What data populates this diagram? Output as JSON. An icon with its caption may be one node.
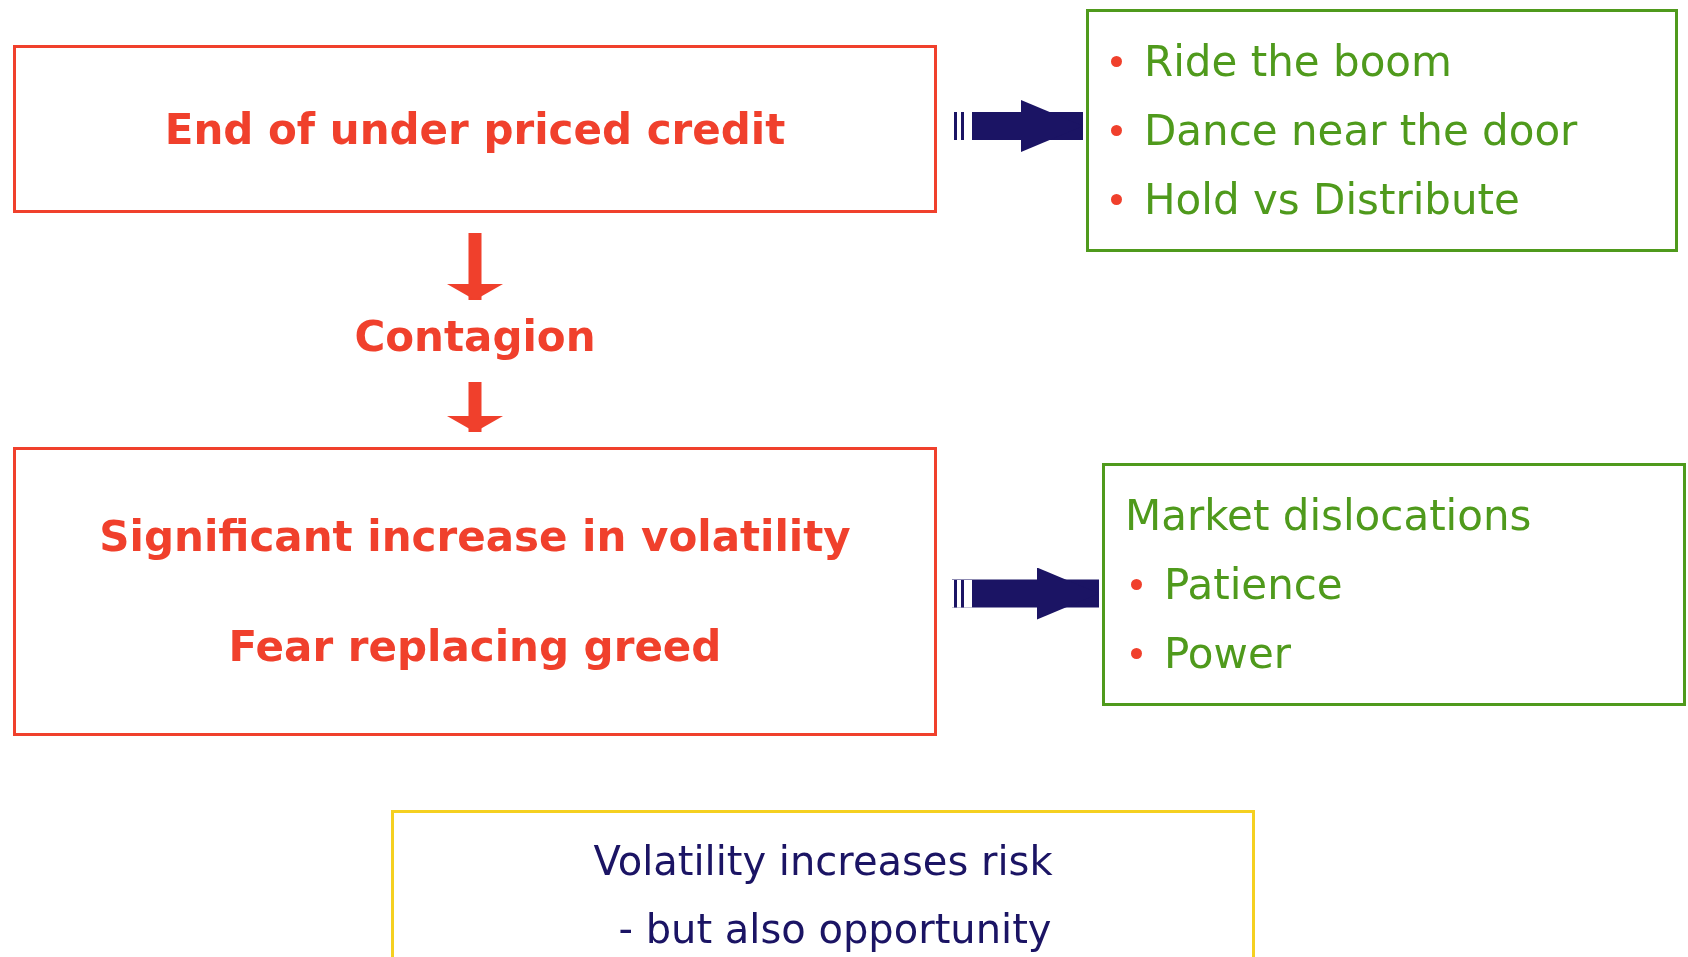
{
  "diagram": {
    "nodes": [
      {
        "text": [
          "End of under priced credit"
        ]
      },
      {
        "text": [
          "Contagion"
        ]
      },
      {
        "text": [
          "Significant increase in volatility",
          "Fear replacing greed"
        ]
      },
      {
        "text": [
          "Ride the boom",
          "Dance near the door",
          "Hold vs Distribute"
        ]
      },
      {
        "text": [
          "Market dislocations",
          "Patience",
          "Power"
        ]
      },
      {
        "text": [
          "Volatility increases risk",
          "- but also opportunity"
        ]
      }
    ],
    "edges": [
      {
        "from": 0,
        "to": 1,
        "arrow": "to"
      },
      {
        "from": 1,
        "to": 2,
        "arrow": "to"
      },
      {
        "from": 0,
        "to": 3,
        "arrow": "to",
        "style": "thick",
        "color": "#1b1464"
      },
      {
        "from": 2,
        "to": 4,
        "arrow": "to",
        "style": "thick",
        "color": "#1b1464"
      }
    ]
  }
}
